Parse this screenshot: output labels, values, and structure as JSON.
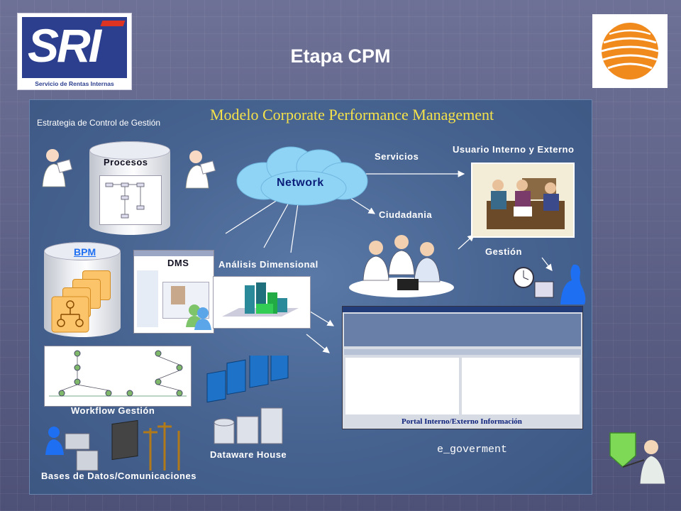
{
  "header": {
    "title": "Etapa CPM",
    "logo_sri": {
      "big_text": "SRI",
      "sub_text": "Servicio de Rentas Internas",
      "brand_color": "#2c3f8f",
      "accent_color": "#dd3322"
    },
    "logo_right": {
      "icon": "orange-sphere-icon",
      "color": "#f08a1c"
    }
  },
  "diagram": {
    "title": "Modelo Corporate Performance Management",
    "strategy_label": "Estrategia de Control de Gestión",
    "procesos_label": "Procesos",
    "network_label": "Network",
    "servicios_label": "Servicios",
    "usuario_label": "Usuario Interno y Externo",
    "ciudadania_label": "Ciudadania",
    "bpm_label": "BPM",
    "dms_label": "DMS",
    "analisis_label": "Análisis Dimensional",
    "gestion_label": "Gestión",
    "workflow_label": "Workflow Gestión",
    "dataware_label": "Dataware House",
    "portal_label": "Portal Interno/Externo Información",
    "egov_label": "e_goverment",
    "bases_label": "Bases de Datos/Comunicaciones"
  },
  "colors": {
    "title_yellow": "#f5e24a",
    "panel_blue": "#46628f",
    "cloud_blue": "#8fd3f5",
    "network_text": "#0b1f7a"
  }
}
